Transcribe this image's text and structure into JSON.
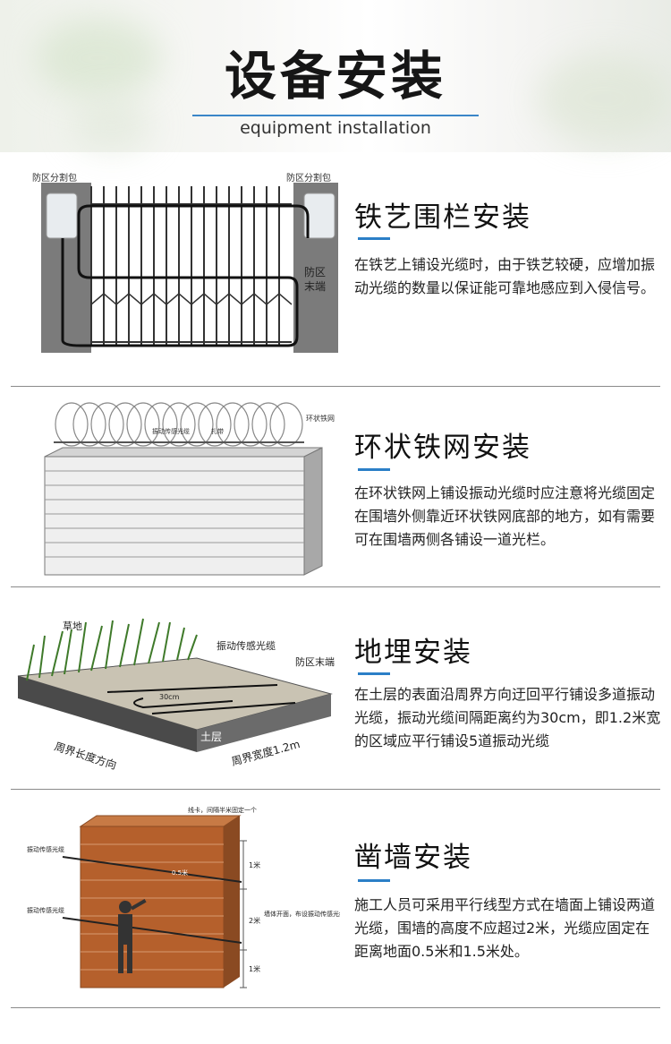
{
  "header": {
    "title": "设备安装",
    "subtitle": "equipment installation"
  },
  "sections": [
    {
      "title": "铁艺围栏安装",
      "description": "在铁艺上铺设光缆时，由于铁艺较硬，应增加振动光缆的数量以保证能可靠地感应到入侵信号。",
      "labels": [
        "防区分割包",
        "防区分割包",
        "防区",
        "末端"
      ]
    },
    {
      "title": "环状铁网安装",
      "description": "在环状铁网上铺设振动光缆时应注意将光缆固定在围墙外侧靠近环状铁网底部的地方，如有需要可在围墙两侧各铺设一道光栏。",
      "labels": [
        "环状铁网",
        "振动传感光缆",
        "扎带"
      ]
    },
    {
      "title": "地埋安装",
      "description": "在土层的表面沿周界方向迂回平行铺设多道振动光缆，振动光缆间隔距离约为30cm，即1.2米宽的区域应平行铺设5道振动光缆",
      "labels": [
        "草地",
        "振动传感光缆",
        "防区末端",
        "30cm",
        "土层",
        "周界长度方向",
        "周界宽度1.2m"
      ]
    },
    {
      "title": "凿墙安装",
      "description": "施工人员可采用平行线型方式在墙面上铺设两道光缆，围墙的高度不应超过2米，光缆应固定在距离地面0.5米和1.5米处。",
      "labels": [
        "线卡，间隔半米固定一个",
        "振动传感光缆",
        "振动传感光缆",
        "1米",
        "2米",
        "1米",
        "墙体开面，布设振动传感光缆",
        "0.5米"
      ]
    }
  ],
  "colors": {
    "accent": "#2b7fc7",
    "rule": "#3a86c8",
    "brick": "#b5602c",
    "gray_wall": "#7b7b7b"
  }
}
